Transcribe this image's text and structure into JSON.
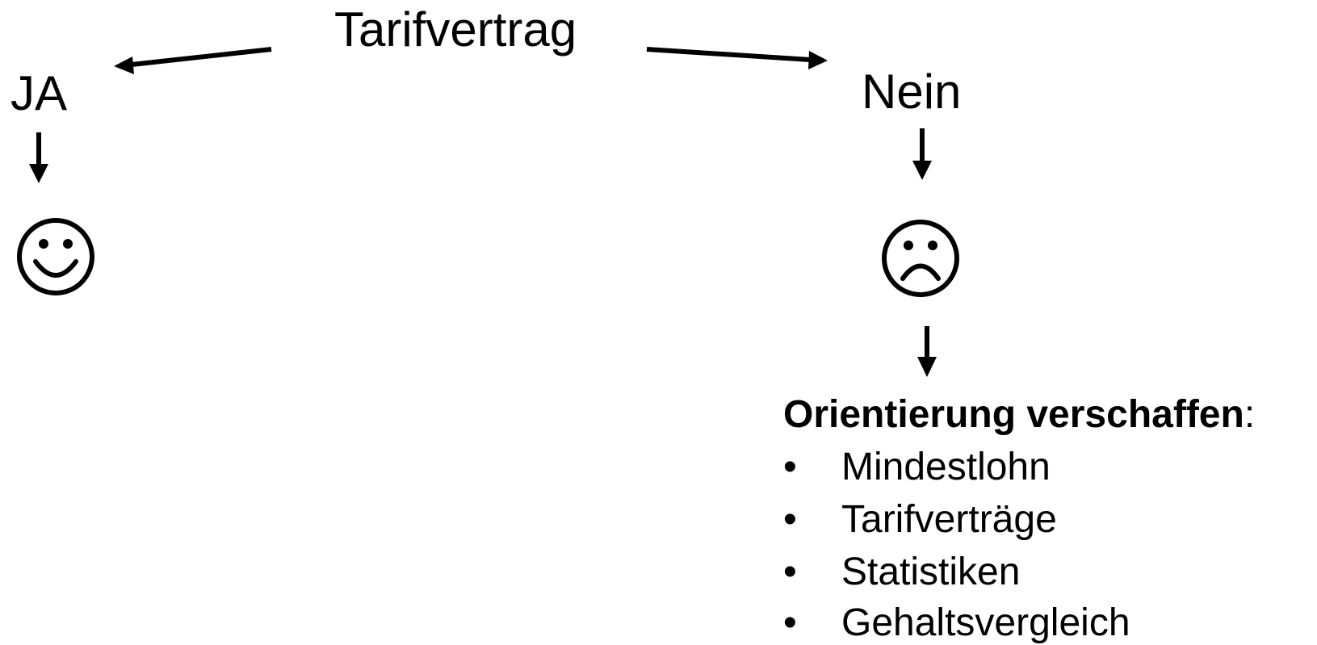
{
  "title": "Tarifvertrag",
  "branch_yes": {
    "label": "JA",
    "face_icon": "smiling-face-icon"
  },
  "branch_no": {
    "label": "Nein",
    "face_icon": "frowning-face-icon",
    "heading": "Orientierung verschaffen",
    "heading_suffix": ":",
    "items": [
      "Mindestlohn",
      "Tarifverträge",
      "Statistiken",
      "Gehaltsvergleich"
    ]
  }
}
